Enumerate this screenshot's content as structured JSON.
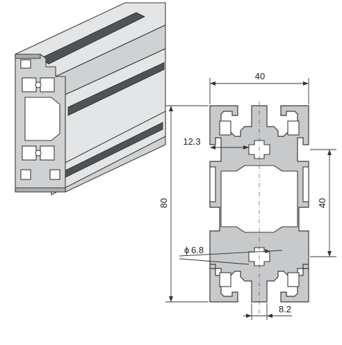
{
  "drawing": {
    "dimensions": {
      "width": "40",
      "height": "80",
      "slot_pitch": "40",
      "slot_offset": "12.3",
      "core_hole": "6.8",
      "core_hole_prefix": "ϕ",
      "slot_width": "8.2"
    }
  },
  "colors": {
    "profile_fill": "#c7c9cb",
    "outline": "#3a3a3a",
    "background": "#ffffff"
  }
}
